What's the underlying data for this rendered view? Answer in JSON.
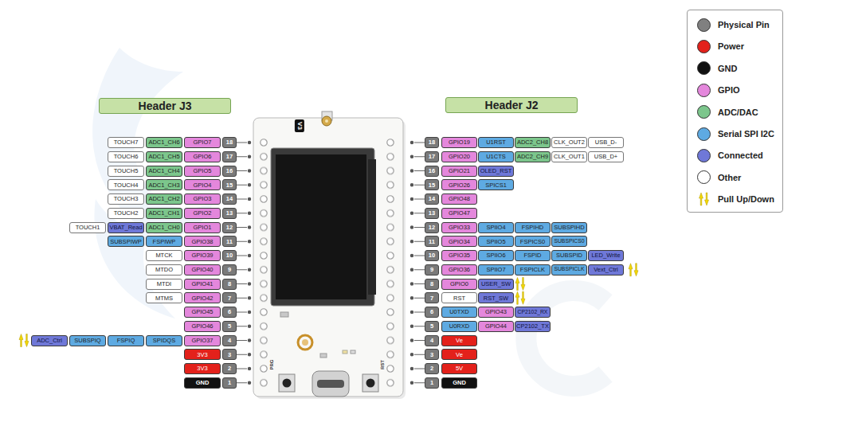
{
  "diagram": {
    "nodes": [
      {
        "text": [
          "Header J3"
        ]
      },
      {
        "text": [
          "Header J2"
        ]
      },
      {
        "text": [
          "TOUCH7"
        ]
      },
      {
        "text": [
          "ADC1_CH6"
        ]
      },
      {
        "text": [
          "GPIO7"
        ]
      },
      {
        "text": [
          "18"
        ]
      },
      {
        "text": [
          "TOUCH6"
        ]
      },
      {
        "text": [
          "ADC1_CH5"
        ]
      },
      {
        "text": [
          "GPIO6"
        ]
      },
      {
        "text": [
          "17"
        ]
      },
      {
        "text": [
          "TOUCH5"
        ]
      },
      {
        "text": [
          "ADC1_CH4"
        ]
      },
      {
        "text": [
          "GPIO5"
        ]
      },
      {
        "text": [
          "16"
        ]
      },
      {
        "text": [
          "TOUCH4"
        ]
      },
      {
        "text": [
          "ADC1_CH3"
        ]
      },
      {
        "text": [
          "GPIO4"
        ]
      },
      {
        "text": [
          "15"
        ]
      },
      {
        "text": [
          "TOUCH3"
        ]
      },
      {
        "text": [
          "ADC1_CH2"
        ]
      },
      {
        "text": [
          "GPIO3"
        ]
      },
      {
        "text": [
          "14"
        ]
      },
      {
        "text": [
          "TOUCH2"
        ]
      },
      {
        "text": [
          "ADC1_CH1"
        ]
      },
      {
        "text": [
          "GPIO2"
        ]
      },
      {
        "text": [
          "13"
        ]
      },
      {
        "text": [
          "TOUCH1"
        ]
      },
      {
        "text": [
          "VBAT_Read"
        ]
      },
      {
        "text": [
          "ADC1_CH0"
        ]
      },
      {
        "text": [
          "GPIO1"
        ]
      },
      {
        "text": [
          "12"
        ]
      },
      {
        "text": [
          "SUBSPIWP"
        ]
      },
      {
        "text": [
          "FSPIWP"
        ]
      },
      {
        "text": [
          "GPIO38"
        ]
      },
      {
        "text": [
          "11"
        ]
      },
      {
        "text": [
          "MTCK"
        ]
      },
      {
        "text": [
          "GPIO39"
        ]
      },
      {
        "text": [
          "10"
        ]
      },
      {
        "text": [
          "MTDO"
        ]
      },
      {
        "text": [
          "GPIO40"
        ]
      },
      {
        "text": [
          "9"
        ]
      },
      {
        "text": [
          "MTDI"
        ]
      },
      {
        "text": [
          "GPIO41"
        ]
      },
      {
        "text": [
          "8"
        ]
      },
      {
        "text": [
          "MTMS"
        ]
      },
      {
        "text": [
          "GPIO42"
        ]
      },
      {
        "text": [
          "7"
        ]
      },
      {
        "text": [
          "GPIO45"
        ]
      },
      {
        "text": [
          "6"
        ]
      },
      {
        "text": [
          "GPIO46"
        ]
      },
      {
        "text": [
          "5"
        ]
      },
      {
        "text": [
          "ADC_Ctrl"
        ]
      },
      {
        "text": [
          "SUBSPIQ"
        ]
      },
      {
        "text": [
          "FSPIQ"
        ]
      },
      {
        "text": [
          "SPIDQS"
        ]
      },
      {
        "text": [
          "GPIO37"
        ]
      },
      {
        "text": [
          "4"
        ]
      },
      {
        "text": [
          "3V3"
        ]
      },
      {
        "text": [
          "3"
        ]
      },
      {
        "text": [
          "3V3"
        ]
      },
      {
        "text": [
          "2"
        ]
      },
      {
        "text": [
          "GND"
        ]
      },
      {
        "text": [
          "1"
        ]
      },
      {
        "text": [
          "18"
        ]
      },
      {
        "text": [
          "GPIO19"
        ]
      },
      {
        "text": [
          "U1RST"
        ]
      },
      {
        "text": [
          "ADC2_CH8"
        ]
      },
      {
        "text": [
          "CLK_OUT2"
        ]
      },
      {
        "text": [
          "USB_D-"
        ]
      },
      {
        "text": [
          "17"
        ]
      },
      {
        "text": [
          "GPIO20"
        ]
      },
      {
        "text": [
          "U1CTS"
        ]
      },
      {
        "text": [
          "ADC2_CH9"
        ]
      },
      {
        "text": [
          "CLK_OUT1"
        ]
      },
      {
        "text": [
          "USB_D+"
        ]
      },
      {
        "text": [
          "16"
        ]
      },
      {
        "text": [
          "GPIO21"
        ]
      },
      {
        "text": [
          "OLED_RST"
        ]
      },
      {
        "text": [
          "15"
        ]
      },
      {
        "text": [
          "GPIO26"
        ]
      },
      {
        "text": [
          "SPICS1"
        ]
      },
      {
        "text": [
          "14"
        ]
      },
      {
        "text": [
          "GPIO48"
        ]
      },
      {
        "text": [
          "13"
        ]
      },
      {
        "text": [
          "GPIO47"
        ]
      },
      {
        "text": [
          "12"
        ]
      },
      {
        "text": [
          "GPIO33"
        ]
      },
      {
        "text": [
          "SPIIO4"
        ]
      },
      {
        "text": [
          "FSPIHD"
        ]
      },
      {
        "text": [
          "SUBSPIHD"
        ]
      },
      {
        "text": [
          "11"
        ]
      },
      {
        "text": [
          "GPIO34"
        ]
      },
      {
        "text": [
          "SPIIO5"
        ]
      },
      {
        "text": [
          "FSPICS0"
        ]
      },
      {
        "text": [
          "SUBSPICS0"
        ]
      },
      {
        "text": [
          "10"
        ]
      },
      {
        "text": [
          "GPIO35"
        ]
      },
      {
        "text": [
          "SPIIO6"
        ]
      },
      {
        "text": [
          "FSPID"
        ]
      },
      {
        "text": [
          "SUBSPID"
        ]
      },
      {
        "text": [
          "LED_Write"
        ]
      },
      {
        "text": [
          "9"
        ]
      },
      {
        "text": [
          "GPIO36"
        ]
      },
      {
        "text": [
          "SPIIO7"
        ]
      },
      {
        "text": [
          "FSPICLK"
        ]
      },
      {
        "text": [
          "SUBSPICLK"
        ]
      },
      {
        "text": [
          "Vext_Ctrl"
        ]
      },
      {
        "text": [
          "8"
        ]
      },
      {
        "text": [
          "GPIO0"
        ]
      },
      {
        "text": [
          "USER_SW"
        ]
      },
      {
        "text": [
          "7"
        ]
      },
      {
        "text": [
          "RST"
        ]
      },
      {
        "text": [
          "RST_SW"
        ]
      },
      {
        "text": [
          "6"
        ]
      },
      {
        "text": [
          "U0TXD"
        ]
      },
      {
        "text": [
          "GPIO43"
        ]
      },
      {
        "text": [
          "CP2102_RX"
        ]
      },
      {
        "text": [
          "5"
        ]
      },
      {
        "text": [
          "U0RXD"
        ]
      },
      {
        "text": [
          "GPIO44"
        ]
      },
      {
        "text": [
          "CP2102_TX"
        ]
      },
      {
        "text": [
          "4"
        ]
      },
      {
        "text": [
          "Ve"
        ]
      },
      {
        "text": [
          "3"
        ]
      },
      {
        "text": [
          "Ve"
        ]
      },
      {
        "text": [
          "2"
        ]
      },
      {
        "text": [
          "5V"
        ]
      },
      {
        "text": [
          "1"
        ]
      },
      {
        "text": [
          "GND"
        ]
      }
    ],
    "labels": [
      "V3",
      "PRG",
      "RST"
    ],
    "legend": [
      {
        "text": "Physical Pin",
        "color": "#808080"
      },
      {
        "text": "Power",
        "color": "#e3211b"
      },
      {
        "text": "GND",
        "color": "#111111"
      },
      {
        "text": "GPIO",
        "color": "#e487dc"
      },
      {
        "text": "ADC/DAC",
        "color": "#7cc68c"
      },
      {
        "text": "Serial SPI I2C",
        "color": "#5eaae2"
      },
      {
        "text": "Connected",
        "color": "#6f78d8"
      },
      {
        "text": "Other",
        "color": "#ffffff"
      },
      {
        "text": "Pull Up/Down"
      }
    ]
  }
}
